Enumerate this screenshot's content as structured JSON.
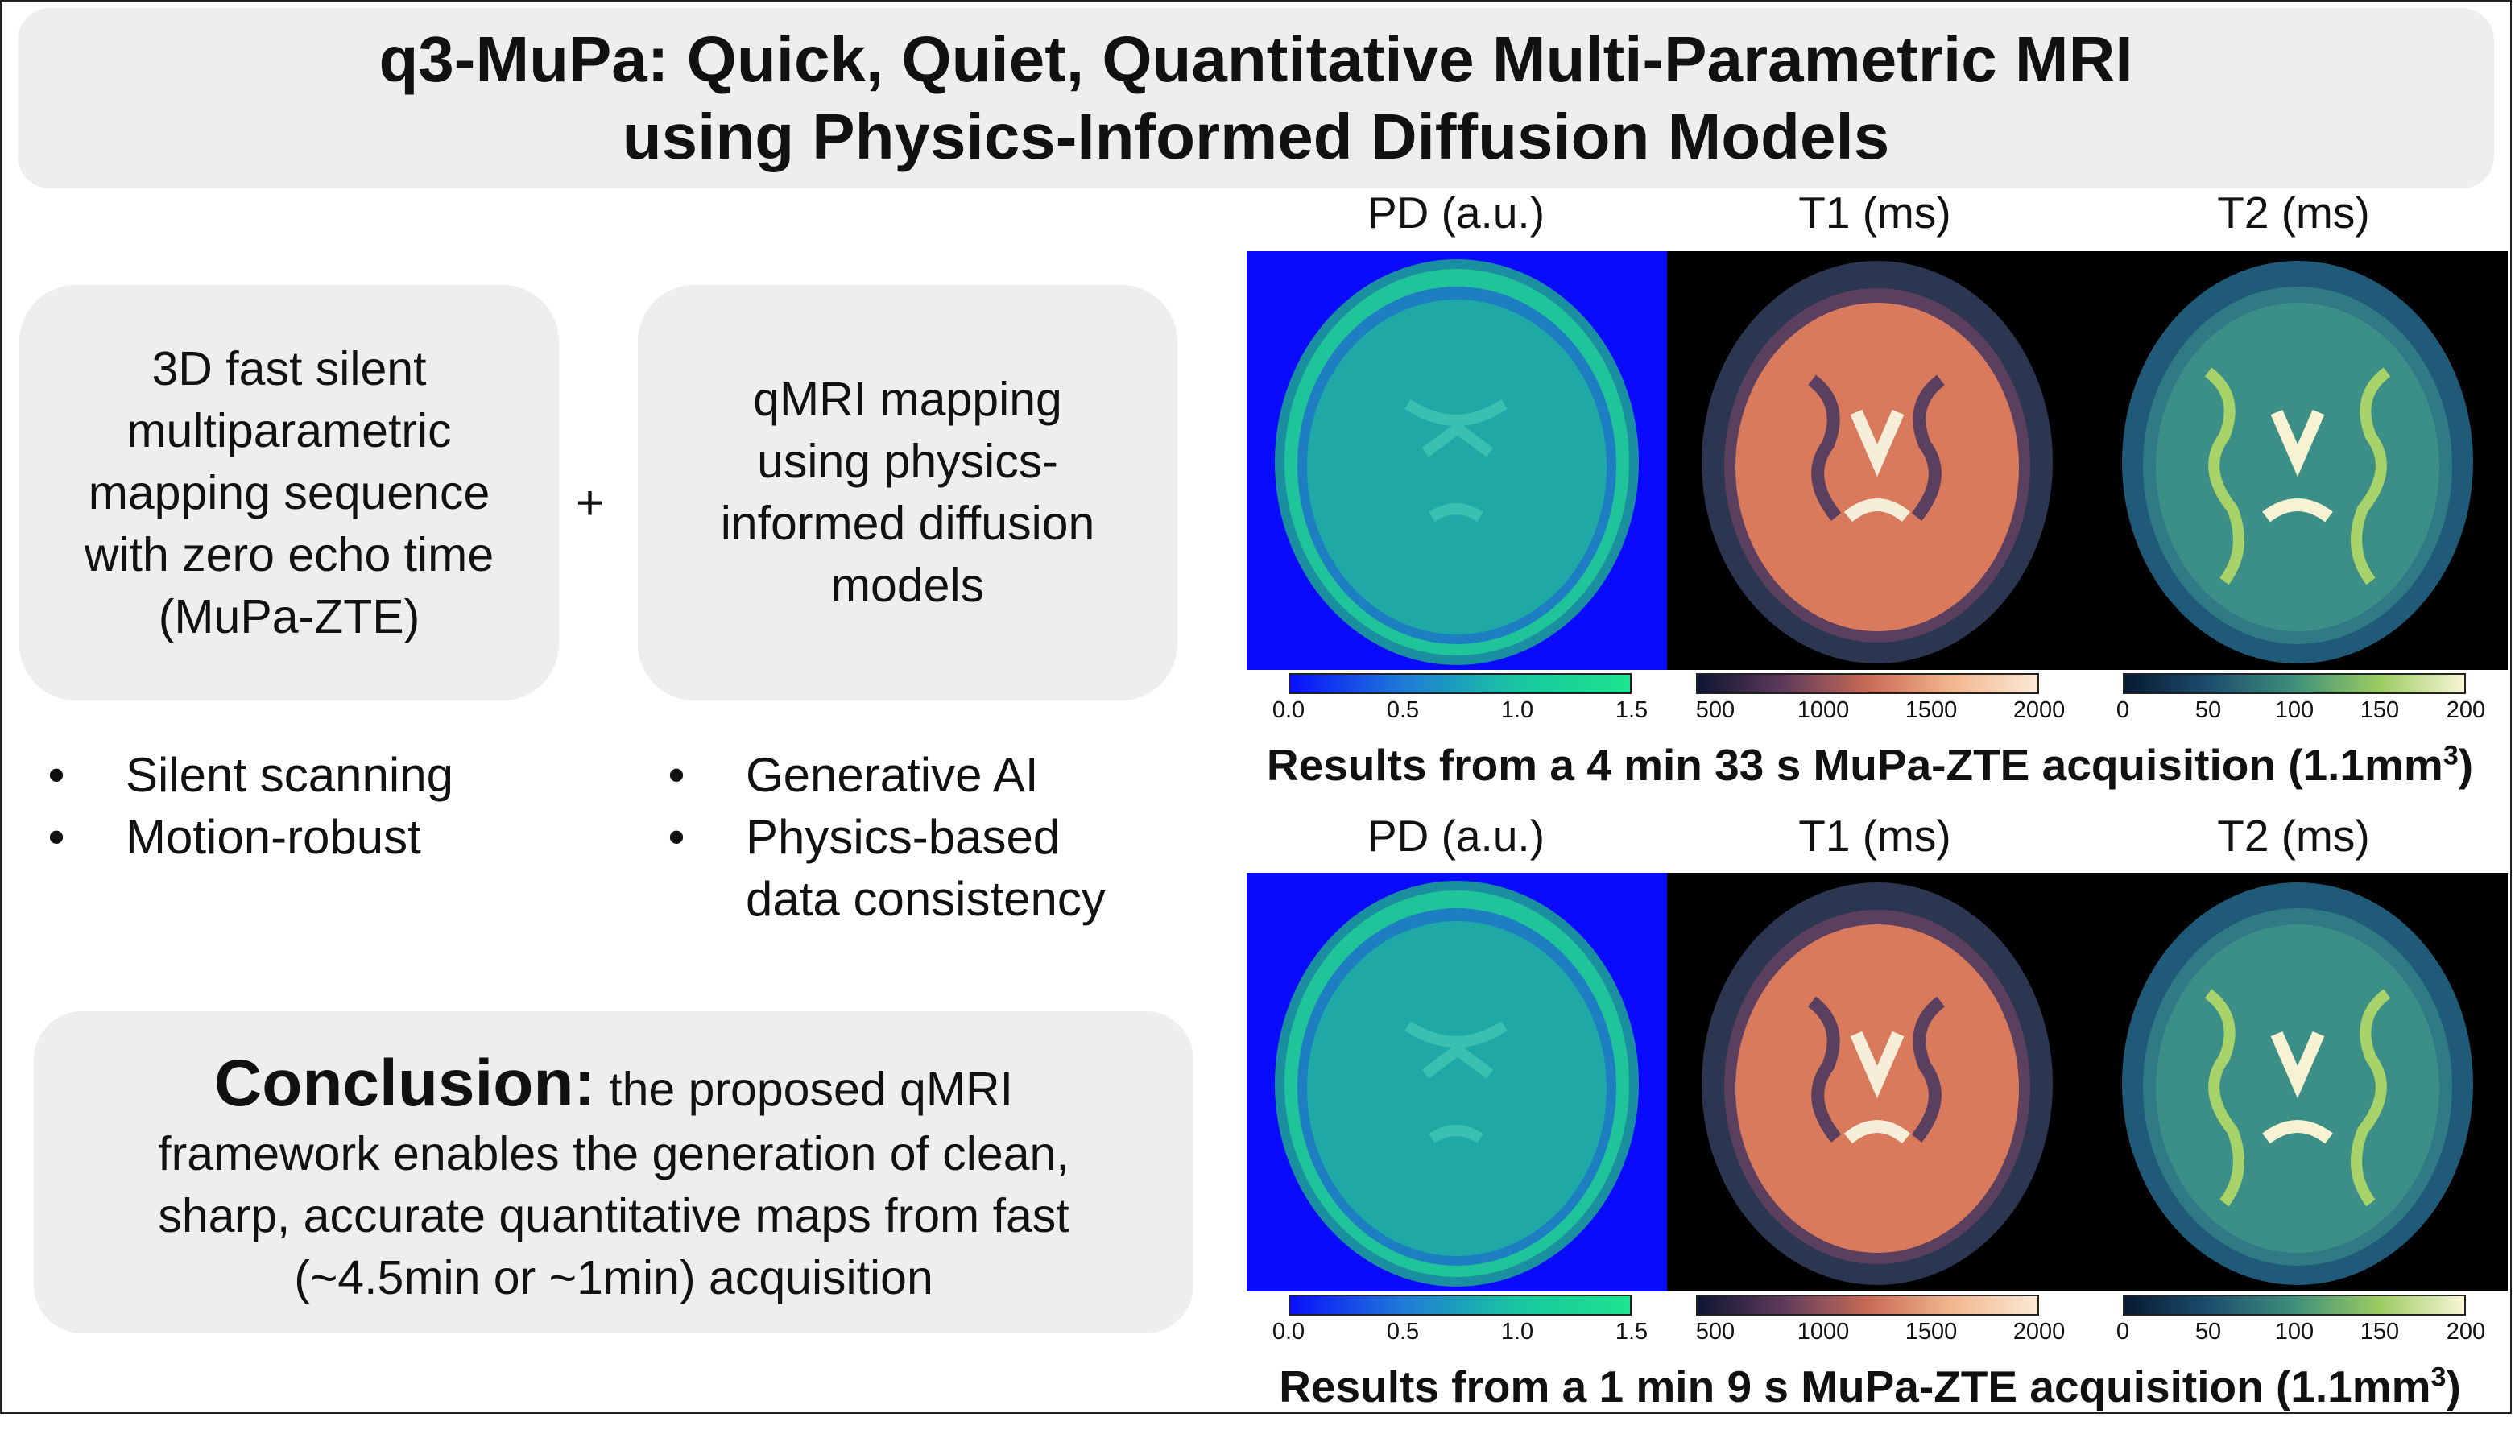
{
  "title": {
    "line1": "q3-MuPa: Quick, Quiet, Quantitative Multi-Parametric MRI",
    "line2": "using Physics-Informed Diffusion Models"
  },
  "left_box": {
    "lines": [
      "3D fast silent",
      "multiparametric",
      "mapping sequence",
      "with zero echo time",
      "(MuPa-ZTE)"
    ]
  },
  "plus": "+",
  "right_box": {
    "lines": [
      "qMRI mapping",
      "using physics-",
      "informed diffusion",
      "models"
    ]
  },
  "bullets_left": [
    "Silent scanning",
    "Motion-robust"
  ],
  "bullets_right": [
    "Generative AI",
    "Physics-based",
    "data consistency"
  ],
  "bullet_symbol": "•",
  "conclusion": {
    "heading": "Conclusion:",
    "line1_rest": " the proposed qMRI",
    "line2": "framework enables the generation of clean,",
    "line3": "sharp, accurate quantitative maps from fast",
    "line4": "(~4.5min or ~1min) acquisition"
  },
  "map_labels": [
    "PD (a.u.)",
    "T1 (ms)",
    "T2 (ms)"
  ],
  "colorbars": {
    "pd": {
      "ticks": [
        "0.0",
        "0.5",
        "1.0",
        "1.5"
      ],
      "colors": [
        "#0b10ff",
        "#1f7ad6",
        "#19c6a0",
        "#1de48f"
      ]
    },
    "t1": {
      "ticks": [
        "500",
        "1000",
        "1500",
        "2000"
      ],
      "colors": [
        "#0d1530",
        "#5e3a5c",
        "#c86a55",
        "#f2b78f",
        "#fbe9d6"
      ]
    },
    "t2": {
      "ticks": [
        "0",
        "50",
        "100",
        "150",
        "200"
      ],
      "colors": [
        "#071a33",
        "#1d4e6e",
        "#3e8f7a",
        "#9ccc62",
        "#f8f5d6"
      ]
    }
  },
  "captions": [
    {
      "text": "Results from a 4 min 33 s MuPa-ZTE acquisition (1.1mm",
      "sup": "3",
      "end": ")"
    },
    {
      "text": "Results from a 1 min 9 s MuPa-ZTE acquisition (1.1mm",
      "sup": "3",
      "end": ")"
    }
  ],
  "colors": {
    "panel_bg": "#eeeeee",
    "pd_bg": "#0a0aff",
    "map_bg": "#000000"
  }
}
